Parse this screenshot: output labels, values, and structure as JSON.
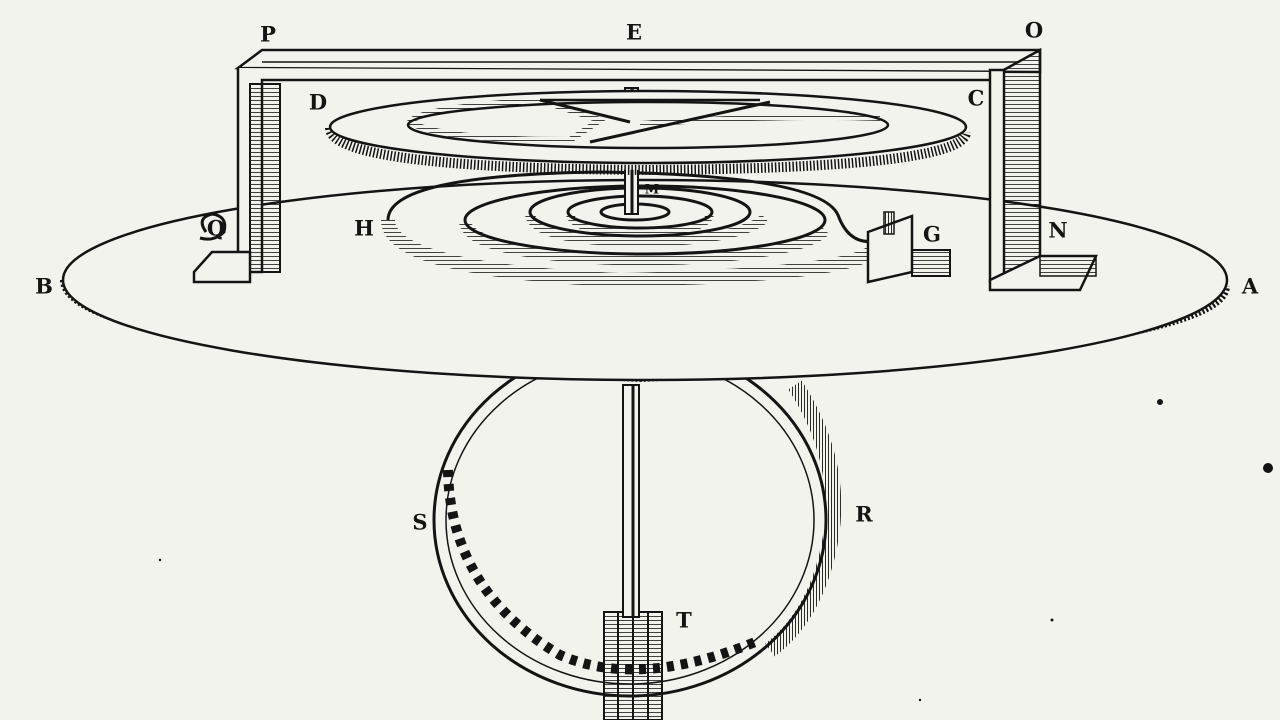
{
  "figure": {
    "labels": {
      "P": "P",
      "E": "E",
      "O": "O",
      "D": "D",
      "C": "C",
      "Q": "Q",
      "H": "H",
      "M": "M",
      "G": "G",
      "N": "N",
      "B": "B",
      "A": "A",
      "S": "S",
      "R": "R",
      "T": "T"
    },
    "colors": {
      "ink": "#141414",
      "paper": "#f3f3ee"
    }
  }
}
